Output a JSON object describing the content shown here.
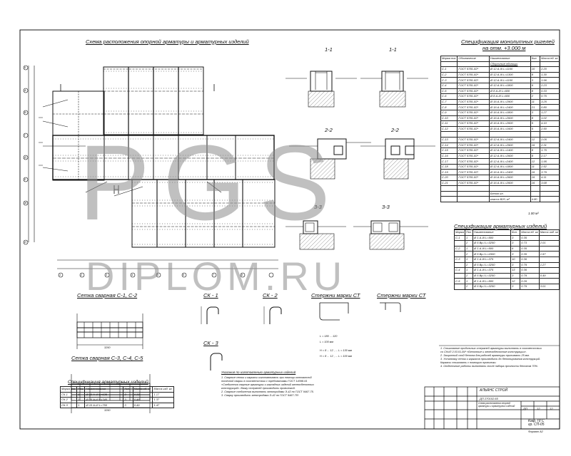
{
  "titles": {
    "main_plan": "Схема расположения опорной арматуры и арматурных изделий",
    "section_1": "1-1",
    "section_1b": "1-1",
    "section_2": "2-2",
    "section_2b": "2-2",
    "section_3": "3-3",
    "section_3b": "3-3",
    "spec_top": "Спецификация монолитных ригелей",
    "spec_top_sub": "на отм. +3.000 м",
    "spec_items": "Спецификация арматурных изделий",
    "mesh_c1": "Сетка сварная С-1, С-2",
    "mesh_c3": "Сетка сварная С-3, С-4, С-5",
    "frame_ck1": "СК - 1",
    "frame_ck2": "СК - 2",
    "frame_ck3": "СК - 3",
    "rod_st": "Стержни марки СТ",
    "rod_st2": "Стержни марки СТ",
    "spec_bottom": "Спецификация арматурных изделий",
    "bottom_caption": "Указания по изготовлению арматурных изделий"
  },
  "watermark": {
    "big": "PGS",
    "sub": "DIPLOM.RU"
  },
  "spec_top_header": [
    "Марка поз.",
    "Обозначение",
    "Наименование",
    "Кол.",
    "Масса ед. кг"
  ],
  "spec_top_section": "Сборочные единицы",
  "spec_top_rows": [
    [
      "С-1",
      "ГОСТ 5781-82*",
      "Ø 12 А-III  L=1100",
      "10",
      "2.20"
    ],
    [
      "С-2",
      "ГОСТ 5781-82*",
      "Ø 12 А-III  L=1300",
      "8",
      "1.30"
    ],
    [
      "С-3",
      "ГОСТ 5781-82*",
      "Ø 12 А-III  L=1100",
      "3",
      "1.96"
    ],
    [
      "С-4",
      "ГОСТ 5781-82*",
      "Ø 12 А-III  L=1800",
      "6",
      "2.23"
    ],
    [
      "С-5",
      "ГОСТ 5781-82*",
      "Ø 8 А-III  L=600",
      "8",
      "0.33"
    ],
    [
      "С-6",
      "ГОСТ 5781-82*",
      "Ø 8 А-III  L=600",
      "2",
      "0.75"
    ],
    [
      "С-7",
      "ГОСТ 5781-82*",
      "Ø 16 А-III  L=2900",
      "11",
      "3.25"
    ],
    [
      "С-8",
      "ГОСТ 5781-82*",
      "Ø 16 А-III  L=2400",
      "21",
      "0.80"
    ],
    [
      "С-9",
      "ГОСТ 5781-82*",
      "Ø 16 А-III  L=1800",
      "3",
      "1.27"
    ],
    [
      "С-10",
      "ГОСТ 5781-82*",
      "Ø 16 А-III  L=2600",
      "8",
      "1.02"
    ],
    [
      "С-11",
      "ГОСТ 5781-82*",
      "Ø 16 А-III  L=2600",
      "5",
      "4.10"
    ],
    [
      "С-12",
      "ГОСТ 5781-82*",
      "Ø 16 А-III  L=1600",
      "5",
      "2.50"
    ],
    [
      "",
      "",
      "",
      "",
      ""
    ],
    [
      "С-13",
      "ГОСТ 5781-82*",
      "Ø 12 А-III  L=2400",
      "12",
      "2.05"
    ],
    [
      "С-14",
      "ГОСТ 5781-82*",
      "Ø 12 А-III  L=2900",
      "16",
      "2.31"
    ],
    [
      "С-15",
      "ГОСТ 5781-82*",
      "Ø 12 А-III  L=1400",
      "8",
      "1.75"
    ],
    [
      "С-16",
      "ГОСТ 5781-82*",
      "Ø 12 А-III  L=2600",
      "8",
      "2.17"
    ],
    [
      "С-17",
      "ГОСТ 5781-82*",
      "Ø 12 А-III  L=2400",
      "12",
      "1.95"
    ],
    [
      "С-18",
      "ГОСТ 5781-82*",
      "Ø 12 А-III  L=1800",
      "11",
      "2.52"
    ],
    [
      "С-19",
      "ГОСТ 5781-82*",
      "Ø 16 А-III  L=2400",
      "16",
      "3.79"
    ],
    [
      "С-20",
      "ГОСТ 5781-82*",
      "Ø 16 А-III  L=2600",
      "16",
      "4.11"
    ],
    [
      "С-21",
      "ГОСТ 5781-82*",
      "Ø 16 А-III  L=2600",
      "16",
      "3.68"
    ],
    [
      "",
      "",
      "",
      "",
      ""
    ],
    [
      "",
      "",
      "Бетон кл.",
      "",
      ""
    ],
    [
      "",
      "",
      "класса В20, м³",
      "4.80",
      ""
    ]
  ],
  "spec_top_total": "1.00 м³",
  "spec_items_header": [
    "Марка",
    "Поз.",
    "Наименование",
    "Кол.",
    "Масса ед. кг",
    "Масса изд. кг"
  ],
  "spec_items_rows": [
    [
      "С-1",
      "1",
      "Ø 1 А-III  L=500",
      "3",
      "0.35",
      ""
    ],
    [
      "",
      "2",
      "Ø 5 Вр-I  L=3250",
      "3",
      "0.73",
      "2.01"
    ],
    [
      "С-2",
      "1",
      "Ø 1 А-III  L=500",
      "6",
      "0.35",
      ""
    ],
    [
      "",
      "2",
      "Ø 5 Вр-I  L=1500",
      "3",
      "0.35",
      "1.97"
    ],
    [
      "С-3",
      "1",
      "Ø 1 А-III  L=375",
      "10",
      "0.36",
      ""
    ],
    [
      "",
      "2",
      "Ø 5 Вр-I  L=3250",
      "3",
      "0.79",
      "1.27"
    ],
    [
      "С-4",
      "1",
      "Ø 1 А-III  L=375",
      "13",
      "0.36",
      ""
    ],
    [
      "",
      "2",
      "Ø 5 Вр-I  L=3250",
      "3",
      "0.79",
      "0.49"
    ],
    [
      "С-5",
      "1",
      "Ø 1 А-III  L=500",
      "12",
      "0.26",
      ""
    ],
    [
      "",
      "2",
      "Ø 5 Вр-I  L=3250",
      "3",
      "0.79",
      "3.01"
    ]
  ],
  "notes_right": [
    "1. Стыкование продольных стержней арматуры выполнять в соответствии",
    "   со СНиП 2.03.01-84* «Бетонные и железобетонные конструкции».",
    "2. Защитный слой бетона для рабочей арматуры принимать 25 мм.",
    "3. Установку сеток и каркасов производить до бетонирования конструкций.",
    "   Каркасы стыковать с помощью проволоки.",
    "4. Отделочные работы выполнять после набора прочности бетоном 70%."
  ],
  "bottom_spec_header": [
    "Марка поз.",
    "Поз.",
    "Наименование",
    "Кол.",
    "Масса ед. кг",
    "Масса изд. кг"
  ],
  "bottom_spec_rows": [
    [
      "СК-1",
      "1",
      "Ø 10 А-III  L=635",
      "3",
      "0.39",
      "1.17"
    ],
    [
      "СК-2",
      "1",
      "Ø 10 А-III  L=745",
      "3",
      "0.46",
      "1.37"
    ],
    [
      "СК-3",
      "1",
      "Ø 10 А-III  L=750",
      "3",
      "0.49",
      "1.47"
    ]
  ],
  "bottom_notes": [
    "1. Сварные сетки и каркасы изготавливать при помощи контактной",
    "   точечной сварки в соответствии с требованиями ГОСТ 14098-91",
    "   «Соединения сварные арматуры и закладных изделий железобетонных",
    "   конструкций». Вязку стержней производить проволокой.",
    "2. Сварные соединения выполнять электродами Э-42 по ГОСТ 9467-75.",
    "3. Сварку производить электродами Э-42 по ГОСТ 9467-75*."
  ],
  "stamp": {
    "project": "АЛЬЯНС СТРОЙ",
    "title_doc": "ДП 270102.65",
    "sheet_name": "Схема расположения опорной арматуры и арматурных изделий",
    "sheet_no": "12",
    "sheets": "12",
    "org": "Каф. ПГС\nгр. СП-05",
    "format": "Формат А2",
    "stage": "ДП"
  },
  "plan_axes_bottom": [
    "1",
    "2",
    "3",
    "4",
    "5",
    "6",
    "7",
    "8"
  ],
  "plan_axes_left": [
    "Б",
    "А",
    "В",
    "Г",
    "Д",
    "Е",
    "Ж",
    "И"
  ],
  "mesh_dims": {
    "c1": "3250",
    "c3": "3250"
  },
  "st_notes": [
    "L = 180 ... 120",
    "L = 100 мм"
  ],
  "st_labels": [
    "Н = 8 ... 12 , ... L = 130 мм",
    "Н = 8 ... 12 , ... L = 100 мм"
  ]
}
